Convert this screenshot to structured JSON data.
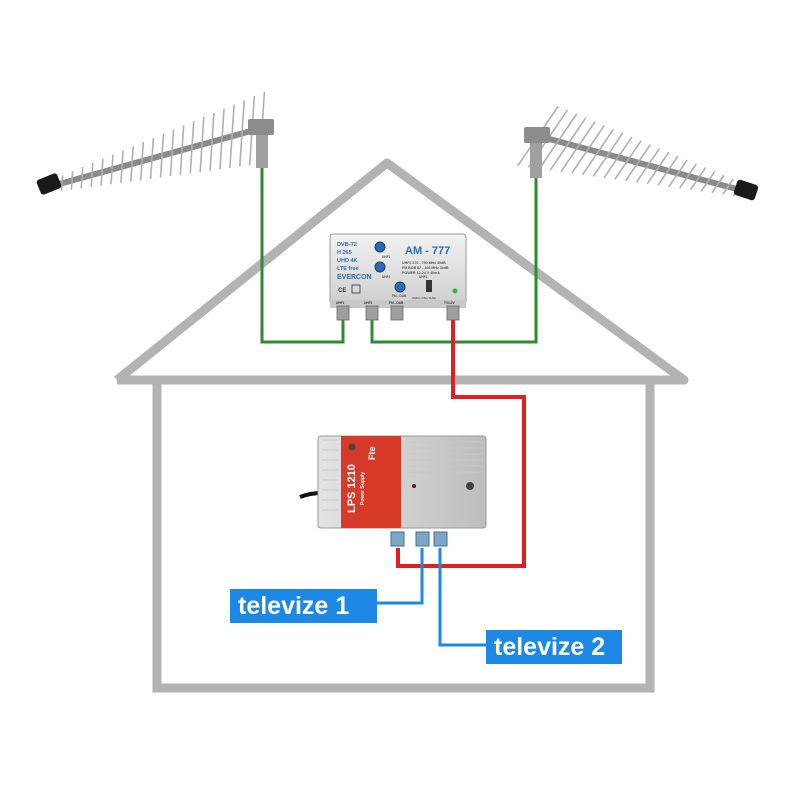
{
  "amplifier": {
    "model": "AM - 777",
    "brand": "EVERCON",
    "features": [
      "DVB-T2",
      "H 265",
      "UHD 4K",
      "LTE free"
    ],
    "specs": [
      "UHF1 470 - 790 MHz 30dB",
      "FM BOB 87 - 108 MHz 30dB",
      "POWER 12-24 V 40mA"
    ],
    "knob_labels": [
      "UHF1",
      "UHF2",
      "FM - DAB"
    ],
    "port_labels": [
      "UHF1",
      "UHF2",
      "FM - DAB",
      "TV/12V"
    ],
    "switch_label": "UHF2",
    "selector_label": "UHF1 / FM / DAB"
  },
  "power_supply": {
    "model": "LPS 1210",
    "subtitle": "Power Supply",
    "brand": "Fte"
  },
  "outputs": [
    {
      "label": "televize 1"
    },
    {
      "label": "televize 2"
    }
  ],
  "colors": {
    "house_outline": "#b3b3b3",
    "antenna_cable": "#2e8b2e",
    "power_cable": "#e02020",
    "tv_cable": "#1e88e5",
    "label_bg": "#1e88e5",
    "supply_body": "#d9d9d9",
    "supply_face": "#d83a2a"
  }
}
